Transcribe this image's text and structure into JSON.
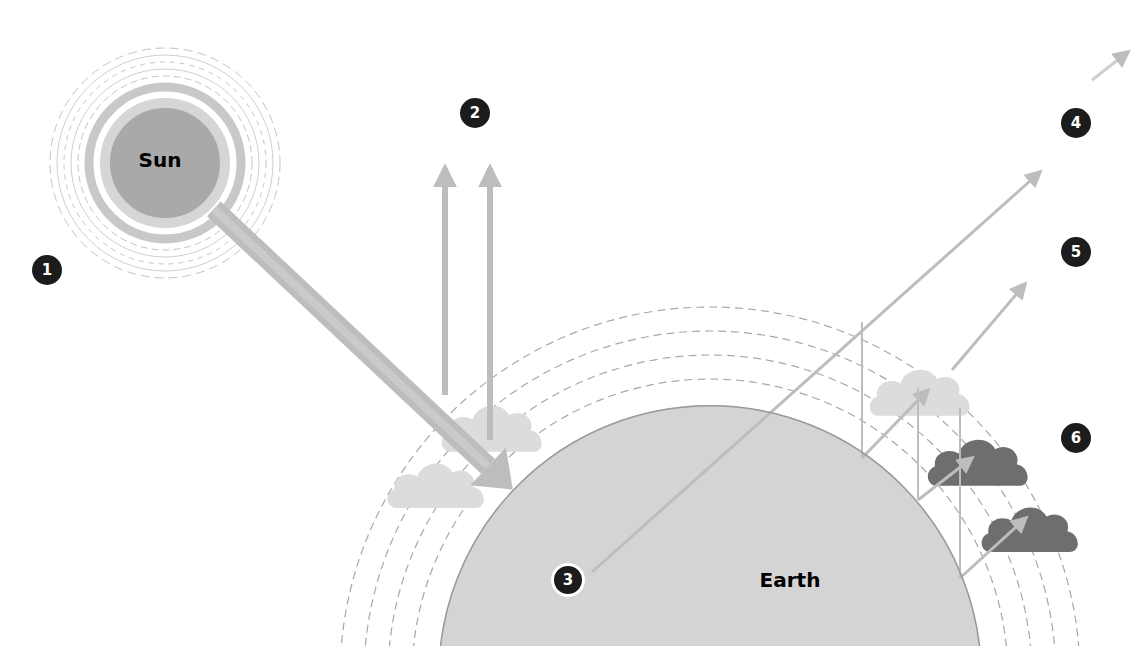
{
  "diagram": {
    "nodes": [
      {
        "text": [
          "Sun"
        ]
      },
      {
        "text": [
          "Earth"
        ]
      }
    ],
    "edges": [
      {
        "from": 0,
        "to": 1,
        "arrow": "to"
      }
    ],
    "labels": [
      "1",
      "2",
      "3",
      "4",
      "5",
      "6"
    ]
  }
}
